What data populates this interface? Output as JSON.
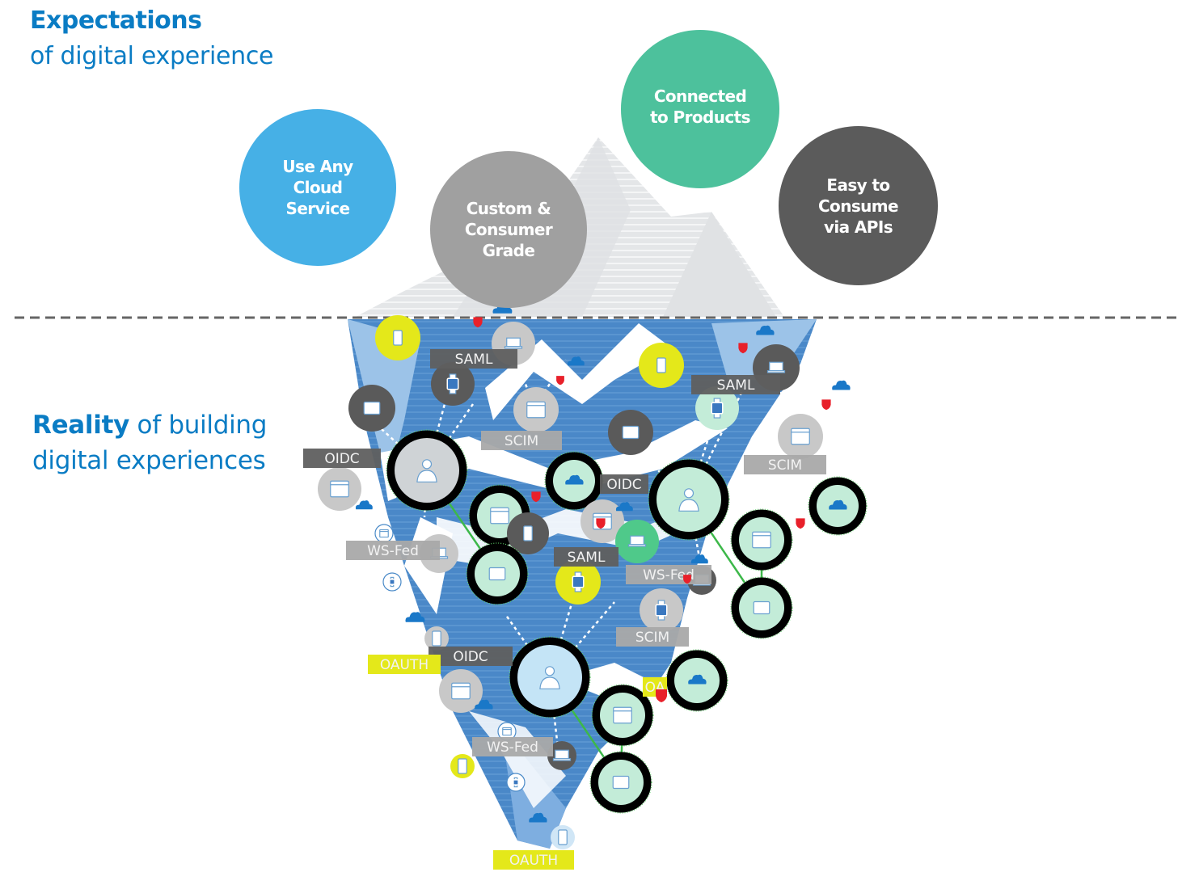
{
  "expectations": {
    "title": "Expectations",
    "subtitle": "of digital experience",
    "bubbles": [
      {
        "label": "Use Any Cloud Service",
        "lines": [
          "Use Any",
          "Cloud",
          "Service"
        ],
        "color": "#46b0e6"
      },
      {
        "label": "Custom & Consumer Grade",
        "lines": [
          "Custom &",
          "Consumer",
          "Grade"
        ],
        "color": "#a0a0a0"
      },
      {
        "label": "Connected to Products",
        "lines": [
          "Connected",
          "to Products"
        ],
        "color": "#4dc19c"
      },
      {
        "label": "Easy to Consume via APIs",
        "lines": [
          "Easy to",
          "Consume",
          "via APIs"
        ],
        "color": "#5b5b5b"
      }
    ]
  },
  "reality": {
    "title_bold": "Reality",
    "title_rest": " of building",
    "line2": "digital experiences"
  },
  "protocol_labels": [
    {
      "text": "SAML",
      "style": "dark"
    },
    {
      "text": "SCIM",
      "style": "light"
    },
    {
      "text": "SAML",
      "style": "dark"
    },
    {
      "text": "SCIM",
      "style": "light"
    },
    {
      "text": "OIDC",
      "style": "dark"
    },
    {
      "text": "OIDC",
      "style": "dark"
    },
    {
      "text": "WS-Fed",
      "style": "light"
    },
    {
      "text": "SAML",
      "style": "dark"
    },
    {
      "text": "WS-Fed",
      "style": "light"
    },
    {
      "text": "SCIM",
      "style": "light"
    },
    {
      "text": "OIDC",
      "style": "dark"
    },
    {
      "text": "OAUTH",
      "style": "yellow"
    },
    {
      "text": "OA",
      "style": "yellow"
    },
    {
      "text": "WS-Fed",
      "style": "light"
    },
    {
      "text": "OAUTH",
      "style": "yellow"
    }
  ],
  "colors": {
    "heading": "#0a7cc4",
    "iceberg_dark": "#3e7fc4",
    "iceberg_light": "#8ab6e2",
    "iceberg_tip": "#e6e8ea",
    "dashed_line": "#666666",
    "label_dark": "#5f5f5f",
    "label_light": "#a9a9a9",
    "label_yellow": "#e4e81a",
    "node_grey": "#c8c8c8",
    "node_dark": "#5a5a5a",
    "node_yellow": "#e4e81a",
    "node_mint": "#c3ecd8",
    "node_green": "#4fc98a",
    "shield": "#e8202a",
    "cloud": "#1a78c8"
  }
}
